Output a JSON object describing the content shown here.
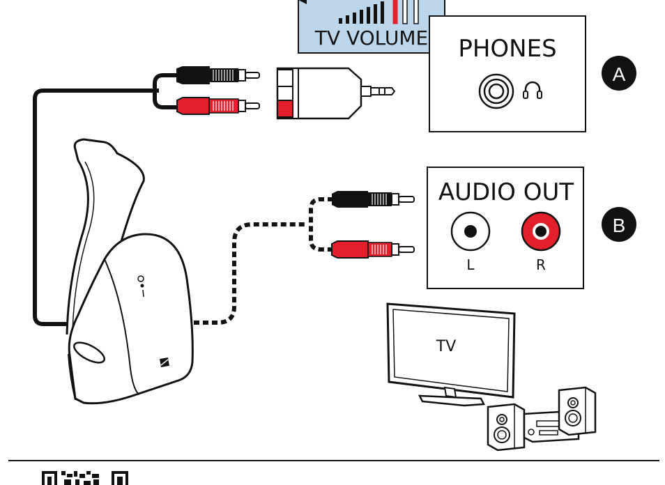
{
  "volume_panel": {
    "label": "TV VOLUME",
    "bg_color": "#bcd6ec",
    "bar_count": 10,
    "highlight_color": "#e31f2b"
  },
  "phones_panel": {
    "label": "PHONES"
  },
  "audio_out_panel": {
    "label": "AUDIO OUT",
    "left_label": "L",
    "right_label": "R"
  },
  "badges": {
    "a": "A",
    "b": "B"
  },
  "tv": {
    "label": "TV"
  },
  "colors": {
    "red_plug": "#e31f2b",
    "black_plug": "#111111",
    "line": "#111111"
  }
}
